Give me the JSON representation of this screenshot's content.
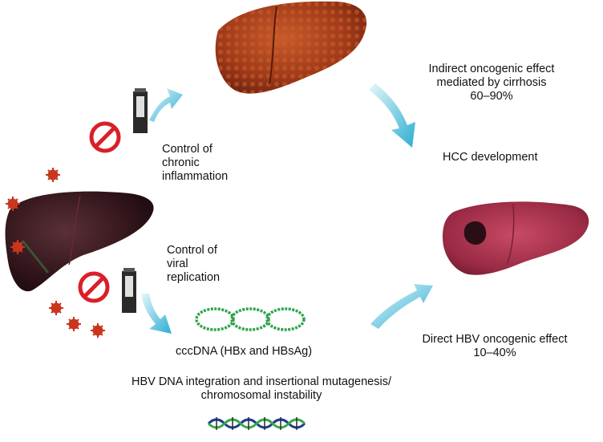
{
  "labels": {
    "indirect_line1": "Indirect oncogenic effect",
    "indirect_line2": "mediated by cirrhosis",
    "indirect_pct": "60–90%",
    "hcc": "HCC development",
    "inflam_line1": "Control of",
    "inflam_line2": "chronic",
    "inflam_line3": "inflammation",
    "viral_line1": "Control of",
    "viral_line2": "viral",
    "viral_line3": "replication",
    "cccdna": "cccDNA (HBx and HBsAg)",
    "direct_line1": "Direct HBV oncogenic effect",
    "direct_pct": "10–40%",
    "integration_line1": "HBV DNA integration and insertional mutagenesis/",
    "integration_line2": "chromosomal instability"
  },
  "icons": {
    "prohibit": "prohibition-icon",
    "syringe": "syringe-icon",
    "virus": "virus-particle-icon",
    "arrow": "curved-arrow-icon",
    "cccdna": "cccdna-rings-icon",
    "dna": "dna-helix-icon"
  },
  "colors": {
    "arrow": "#35b5d6",
    "prohibit": "#d8202a",
    "virus": "#c8361e",
    "liver_dark": "#3a1a22",
    "liver_cirrhotic": "#a83a1c",
    "liver_hcc": "#a8304a",
    "ring": "#2ea44a"
  }
}
